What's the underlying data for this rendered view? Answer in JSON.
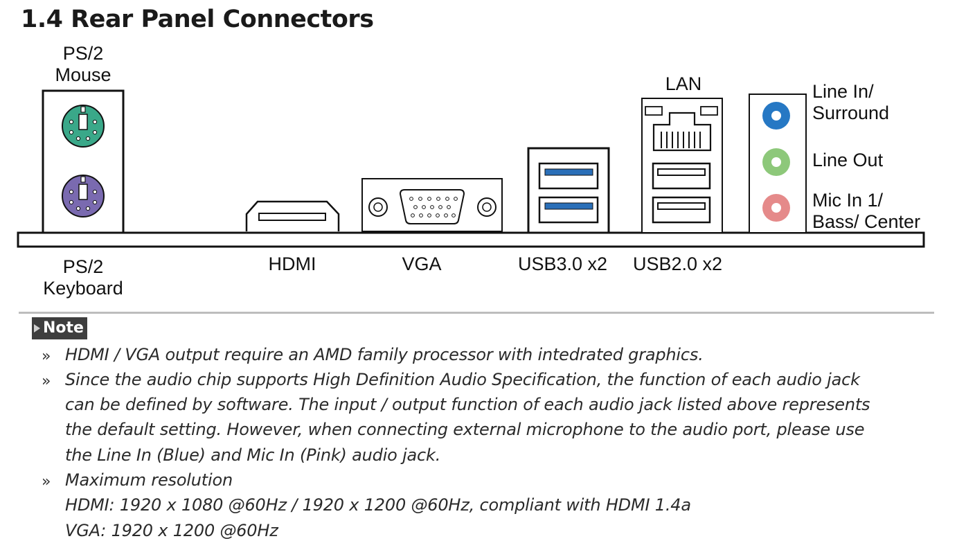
{
  "title": "1.4 Rear Panel Connectors",
  "connectors": {
    "ps2_mouse": [
      "PS/2",
      "Mouse"
    ],
    "ps2_keyboard": [
      "PS/2",
      "Keyboard"
    ],
    "hdmi": "HDMI",
    "vga": "VGA",
    "usb3": "USB3.0 x2",
    "usb2": "USB2.0 x2",
    "lan": "LAN",
    "line_in": [
      "Line In/",
      "Surround"
    ],
    "line_out": "Line Out",
    "mic_in": [
      "Mic In 1/",
      "Bass/ Center"
    ]
  },
  "colors": {
    "ps2_mouse": "#3aa889",
    "ps2_keyboard": "#7a6ab0",
    "line_in": "#2678c4",
    "line_out": "#8dc87a",
    "mic_in": "#e58a8a",
    "usb3": "#2a6fb8"
  },
  "note": {
    "label": "Note",
    "bullet": "»",
    "items": [
      {
        "lines": [
          "HDMI / VGA output require an AMD family processor with intedrated graphics."
        ]
      },
      {
        "lines": [
          "Since the audio chip supports High Definition Audio Specification, the function of each audio jack",
          "can be defined by software. The input / output function of each audio jack listed above represents",
          "the default setting. However, when connecting external microphone to the audio port, please use",
          "the Line In (Blue) and Mic In (Pink) audio jack."
        ]
      },
      {
        "lines": [
          "Maximum resolution",
          "HDMI: 1920 x 1080 @60Hz / 1920 x 1200 @60Hz, compliant with HDMI 1.4a",
          "VGA: 1920 x 1200 @60Hz"
        ]
      }
    ]
  }
}
